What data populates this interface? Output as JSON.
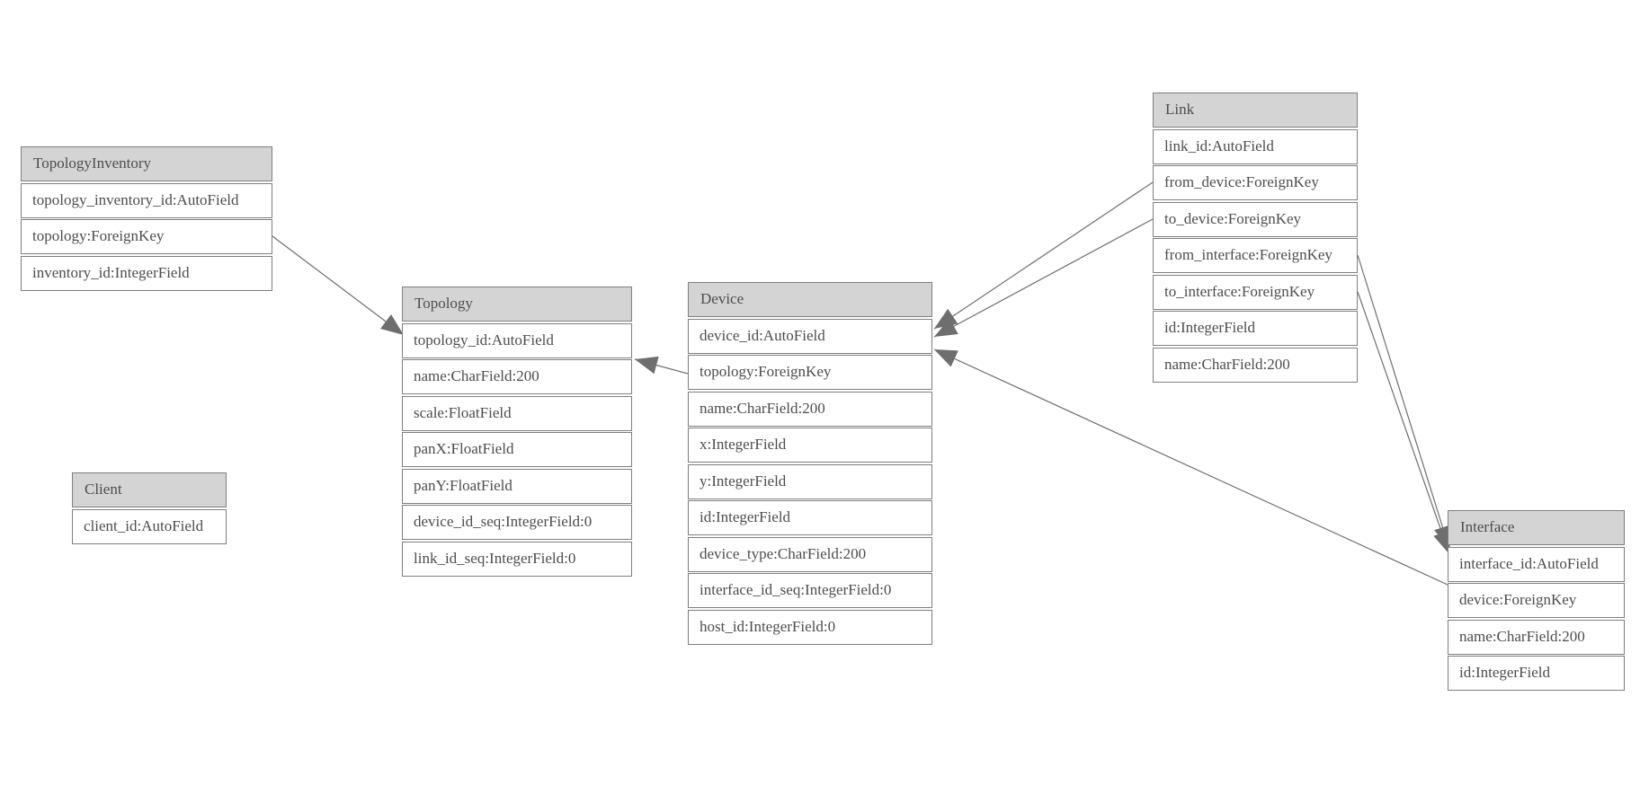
{
  "diagram": {
    "kind": "entity-relationship-model-graph",
    "colors": {
      "header_fill": "#d4d4d4",
      "row_fill": "#ffffff",
      "border": "#7f7f7f",
      "text": "#4d4d4d",
      "edge": "#6e6e6e",
      "background": "#ffffff"
    }
  },
  "entities": [
    {
      "name": "TopologyInventory",
      "fields": [
        "topology_inventory_id:AutoField",
        "topology:ForeignKey",
        "inventory_id:IntegerField"
      ]
    },
    {
      "name": "Topology",
      "fields": [
        "topology_id:AutoField",
        "name:CharField:200",
        "scale:FloatField",
        "panX:FloatField",
        "panY:FloatField",
        "device_id_seq:IntegerField:0",
        "link_id_seq:IntegerField:0"
      ]
    },
    {
      "name": "Client",
      "fields": [
        "client_id:AutoField"
      ]
    },
    {
      "name": "Device",
      "fields": [
        "device_id:AutoField",
        "topology:ForeignKey",
        "name:CharField:200",
        "x:IntegerField",
        "y:IntegerField",
        "id:IntegerField",
        "device_type:CharField:200",
        "interface_id_seq:IntegerField:0",
        "host_id:IntegerField:0"
      ]
    },
    {
      "name": "Link",
      "fields": [
        "link_id:AutoField",
        "from_device:ForeignKey",
        "to_device:ForeignKey",
        "from_interface:ForeignKey",
        "to_interface:ForeignKey",
        "id:IntegerField",
        "name:CharField:200"
      ]
    },
    {
      "name": "Interface",
      "fields": [
        "interface_id:AutoField",
        "device:ForeignKey",
        "name:CharField:200",
        "id:IntegerField"
      ]
    }
  ],
  "relations": [
    {
      "from": "TopologyInventory.topology",
      "to": "Topology"
    },
    {
      "from": "Device.topology",
      "to": "Topology"
    },
    {
      "from": "Link.from_device",
      "to": "Device"
    },
    {
      "from": "Link.to_device",
      "to": "Device"
    },
    {
      "from": "Interface.device",
      "to": "Device"
    },
    {
      "from": "Link.from_interface",
      "to": "Interface"
    },
    {
      "from": "Link.to_interface",
      "to": "Interface"
    }
  ]
}
